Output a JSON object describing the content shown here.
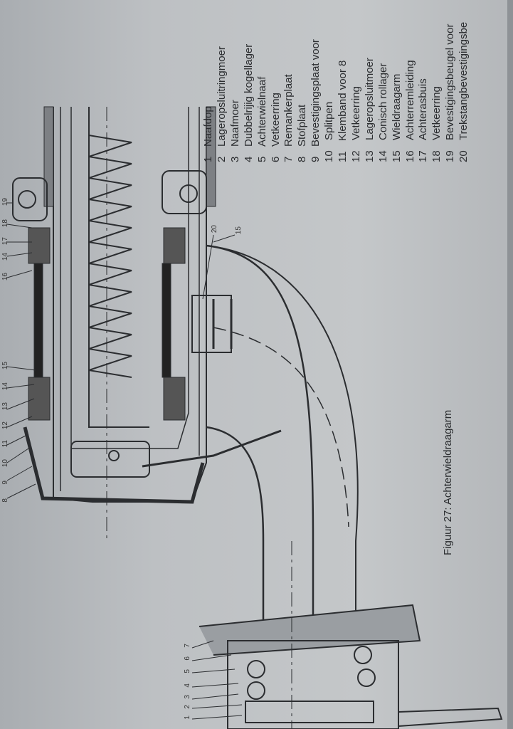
{
  "legend": [
    {
      "num": "1",
      "label": "Naafdop"
    },
    {
      "num": "2",
      "label": "Lageropsluitringmoer"
    },
    {
      "num": "3",
      "label": "Naafmoer"
    },
    {
      "num": "4",
      "label": "Dubbelrijig kogellager"
    },
    {
      "num": "5",
      "label": "Achterwielnaaf"
    },
    {
      "num": "6",
      "label": "Vetkeerring"
    },
    {
      "num": "7",
      "label": "Remankerplaat"
    },
    {
      "num": "8",
      "label": "Stofplaat"
    },
    {
      "num": "9",
      "label": "Bevestigingsplaat voor"
    },
    {
      "num": "10",
      "label": "Splitpen"
    },
    {
      "num": "11",
      "label": "Klemband voor 8"
    },
    {
      "num": "12",
      "label": "Vetkeerring"
    },
    {
      "num": "13",
      "label": "Lageropsluitmoer"
    },
    {
      "num": "14",
      "label": "Conisch rollager"
    },
    {
      "num": "15",
      "label": "Wieldraagarm"
    },
    {
      "num": "16",
      "label": "Achterremleiding"
    },
    {
      "num": "17",
      "label": "Achterasbuis"
    },
    {
      "num": "18",
      "label": "Vetkeerring"
    },
    {
      "num": "19",
      "label": "Bevestigingsbeugel voor"
    },
    {
      "num": "20",
      "label": "Trekstangbevestigingsbe"
    }
  ],
  "caption": "Figuur 27: Achterwieldraagarm",
  "callouts_left": [
    "8",
    "9",
    "10",
    "11",
    "12",
    "13",
    "14",
    "15",
    "16",
    "14",
    "17",
    "18",
    "19"
  ],
  "callouts_bottom": [
    "1",
    "2",
    "3",
    "4",
    "5",
    "6",
    "7"
  ],
  "callouts_arm": [
    "20",
    "15"
  ]
}
